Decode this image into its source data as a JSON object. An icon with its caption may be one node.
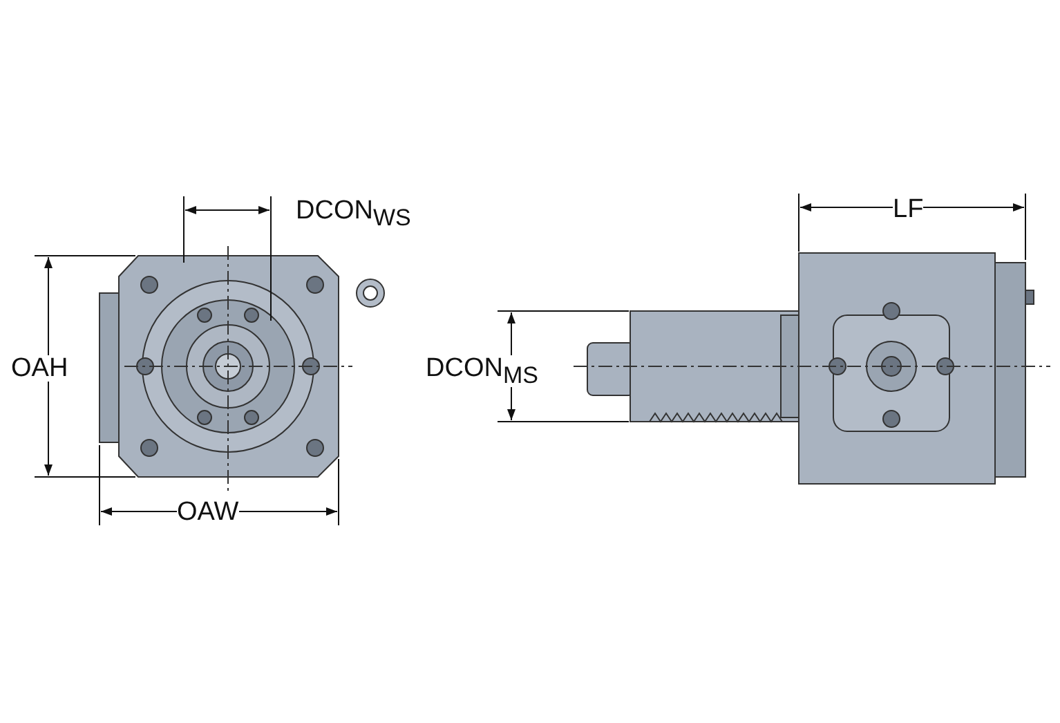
{
  "diagram": {
    "labels": [
      "DCON$_{WS}$",
      "OAH",
      "OAW",
      "DCON$_{MS}$",
      "LF"
    ]
  }
}
